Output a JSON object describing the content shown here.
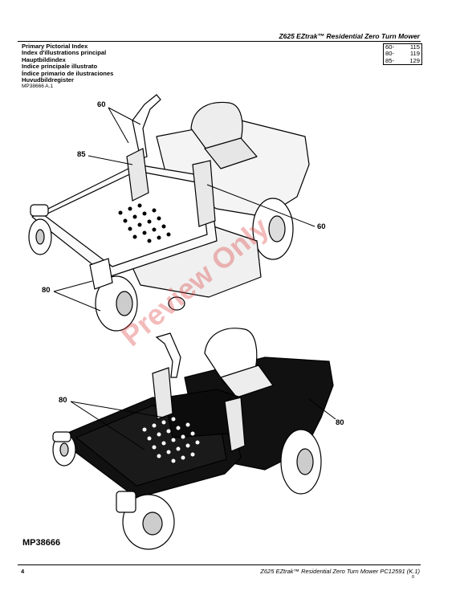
{
  "header": {
    "title": "Z625 EZtrak™ Residential Zero Turn Mower"
  },
  "index": {
    "titles": [
      "Primary Pictorial Index",
      "Index d'illustrations principal",
      "Hauptbildindex",
      "Indice principale illustrato",
      "Índice primario de ilustraciones",
      "Huvudbildregister"
    ],
    "entries": [
      {
        "group": "60-",
        "page": "115"
      },
      {
        "group": "80-",
        "page": "119"
      },
      {
        "group": "85-",
        "page": "129"
      }
    ]
  },
  "figure": {
    "reference": "MP38666 A.1",
    "label": "MP38666",
    "callouts": {
      "top_left_60": "60",
      "left_85": "85",
      "right_60": "60",
      "left_80": "80",
      "lower_left_80": "80",
      "lower_right_80": "80"
    }
  },
  "watermark": "Preview Only",
  "footer": {
    "page_number": "4",
    "text": "Z625 EZtrak™ Residential Zero Turn Mower    PC12591    (K.1)",
    "sub": "0"
  }
}
